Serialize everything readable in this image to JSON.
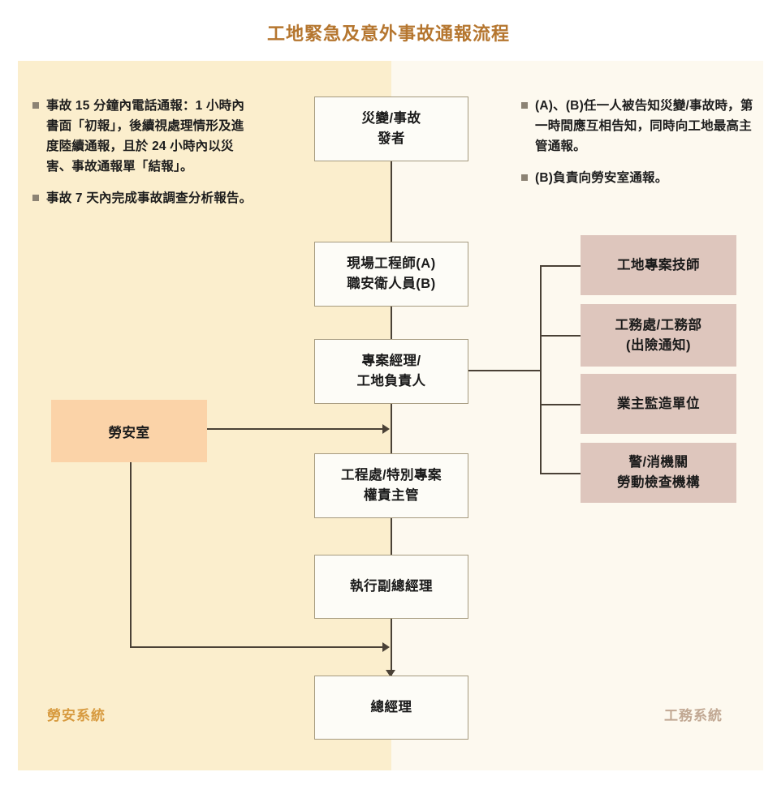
{
  "title": "工地緊急及意外事故通報流程",
  "colors": {
    "title": "#b5762f",
    "panel_left_bg": "#fbeecd",
    "panel_right_bg": "#fdf9ef",
    "flow_box_bg": "#fdfcf7",
    "flow_box_border": "#a59a7f",
    "orange_box_bg": "#fbd3a8",
    "pink_box_bg": "#dec6bd",
    "connector": "#4a4136",
    "bullet": "#8c8374",
    "label_left": "#d79a3f",
    "label_right": "#c1a893"
  },
  "notes_left": [
    "事故 15 分鐘內電話通報：1 小時內書面「初報」，後續視處理情形及進度陸續通報，且於 24 小時內以災害、事故通報單「結報」。",
    "事故 7 天內完成事故調查分析報告。"
  ],
  "notes_right": [
    "(A)、(B)任一人被告知災變/事故時，第一時間應互相告知，同時向工地最高主管通報。",
    "(B)負責向勞安室通報。"
  ],
  "flow_boxes": [
    {
      "id": "incident-reporter",
      "lines": [
        "災變/事故",
        "發者"
      ]
    },
    {
      "id": "site-engineer-safety-officer",
      "lines": [
        "現場工程師(A)",
        "職安衛人員(B)"
      ]
    },
    {
      "id": "project-manager-site-chief",
      "lines": [
        "專案經理/",
        "工地負責人"
      ]
    },
    {
      "id": "engineering-dept-supervisor",
      "lines": [
        "工程處/特別專案",
        "權責主管"
      ]
    },
    {
      "id": "executive-vice-president",
      "lines": [
        "執行副總經理"
      ]
    },
    {
      "id": "general-manager",
      "lines": [
        "總經理"
      ]
    }
  ],
  "orange_box": {
    "id": "safety-office",
    "lines": [
      "勞安室"
    ]
  },
  "pink_boxes": [
    {
      "id": "site-project-technician",
      "lines": [
        "工地專案技師"
      ]
    },
    {
      "id": "engineering-office-insurance",
      "lines": [
        "工務處/工務部",
        "(出險通知)"
      ]
    },
    {
      "id": "owner-supervision-unit",
      "lines": [
        "業主監造單位"
      ]
    },
    {
      "id": "police-fire-labor-inspection",
      "lines": [
        "警/消機關",
        "勞動檢查機構"
      ]
    }
  ],
  "system_labels": {
    "left": "勞安系統",
    "right": "工務系統"
  }
}
